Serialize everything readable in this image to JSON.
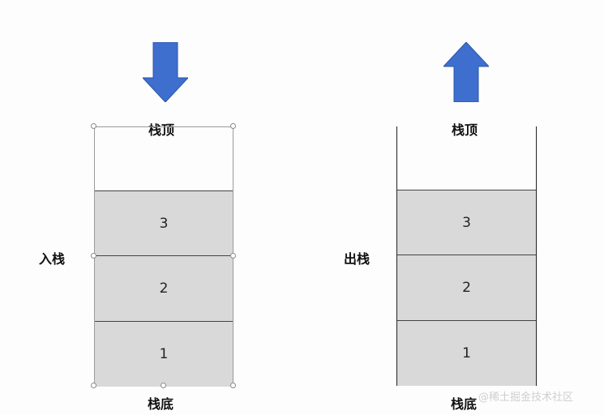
{
  "left_panel": {
    "side_label": "入栈",
    "top_label": "栈顶",
    "bottom_label": "栈底",
    "items": [
      "3",
      "2",
      "1"
    ],
    "arrow_direction": "down"
  },
  "right_panel": {
    "side_label": "出栈",
    "top_label": "栈顶",
    "bottom_label": "栈底",
    "items": [
      "3",
      "2",
      "1"
    ],
    "arrow_direction": "up"
  },
  "colors": {
    "arrow": "#3e6fcf",
    "cell_fill": "#d9d9d9"
  },
  "watermark": "@稀土掘金技术社区"
}
